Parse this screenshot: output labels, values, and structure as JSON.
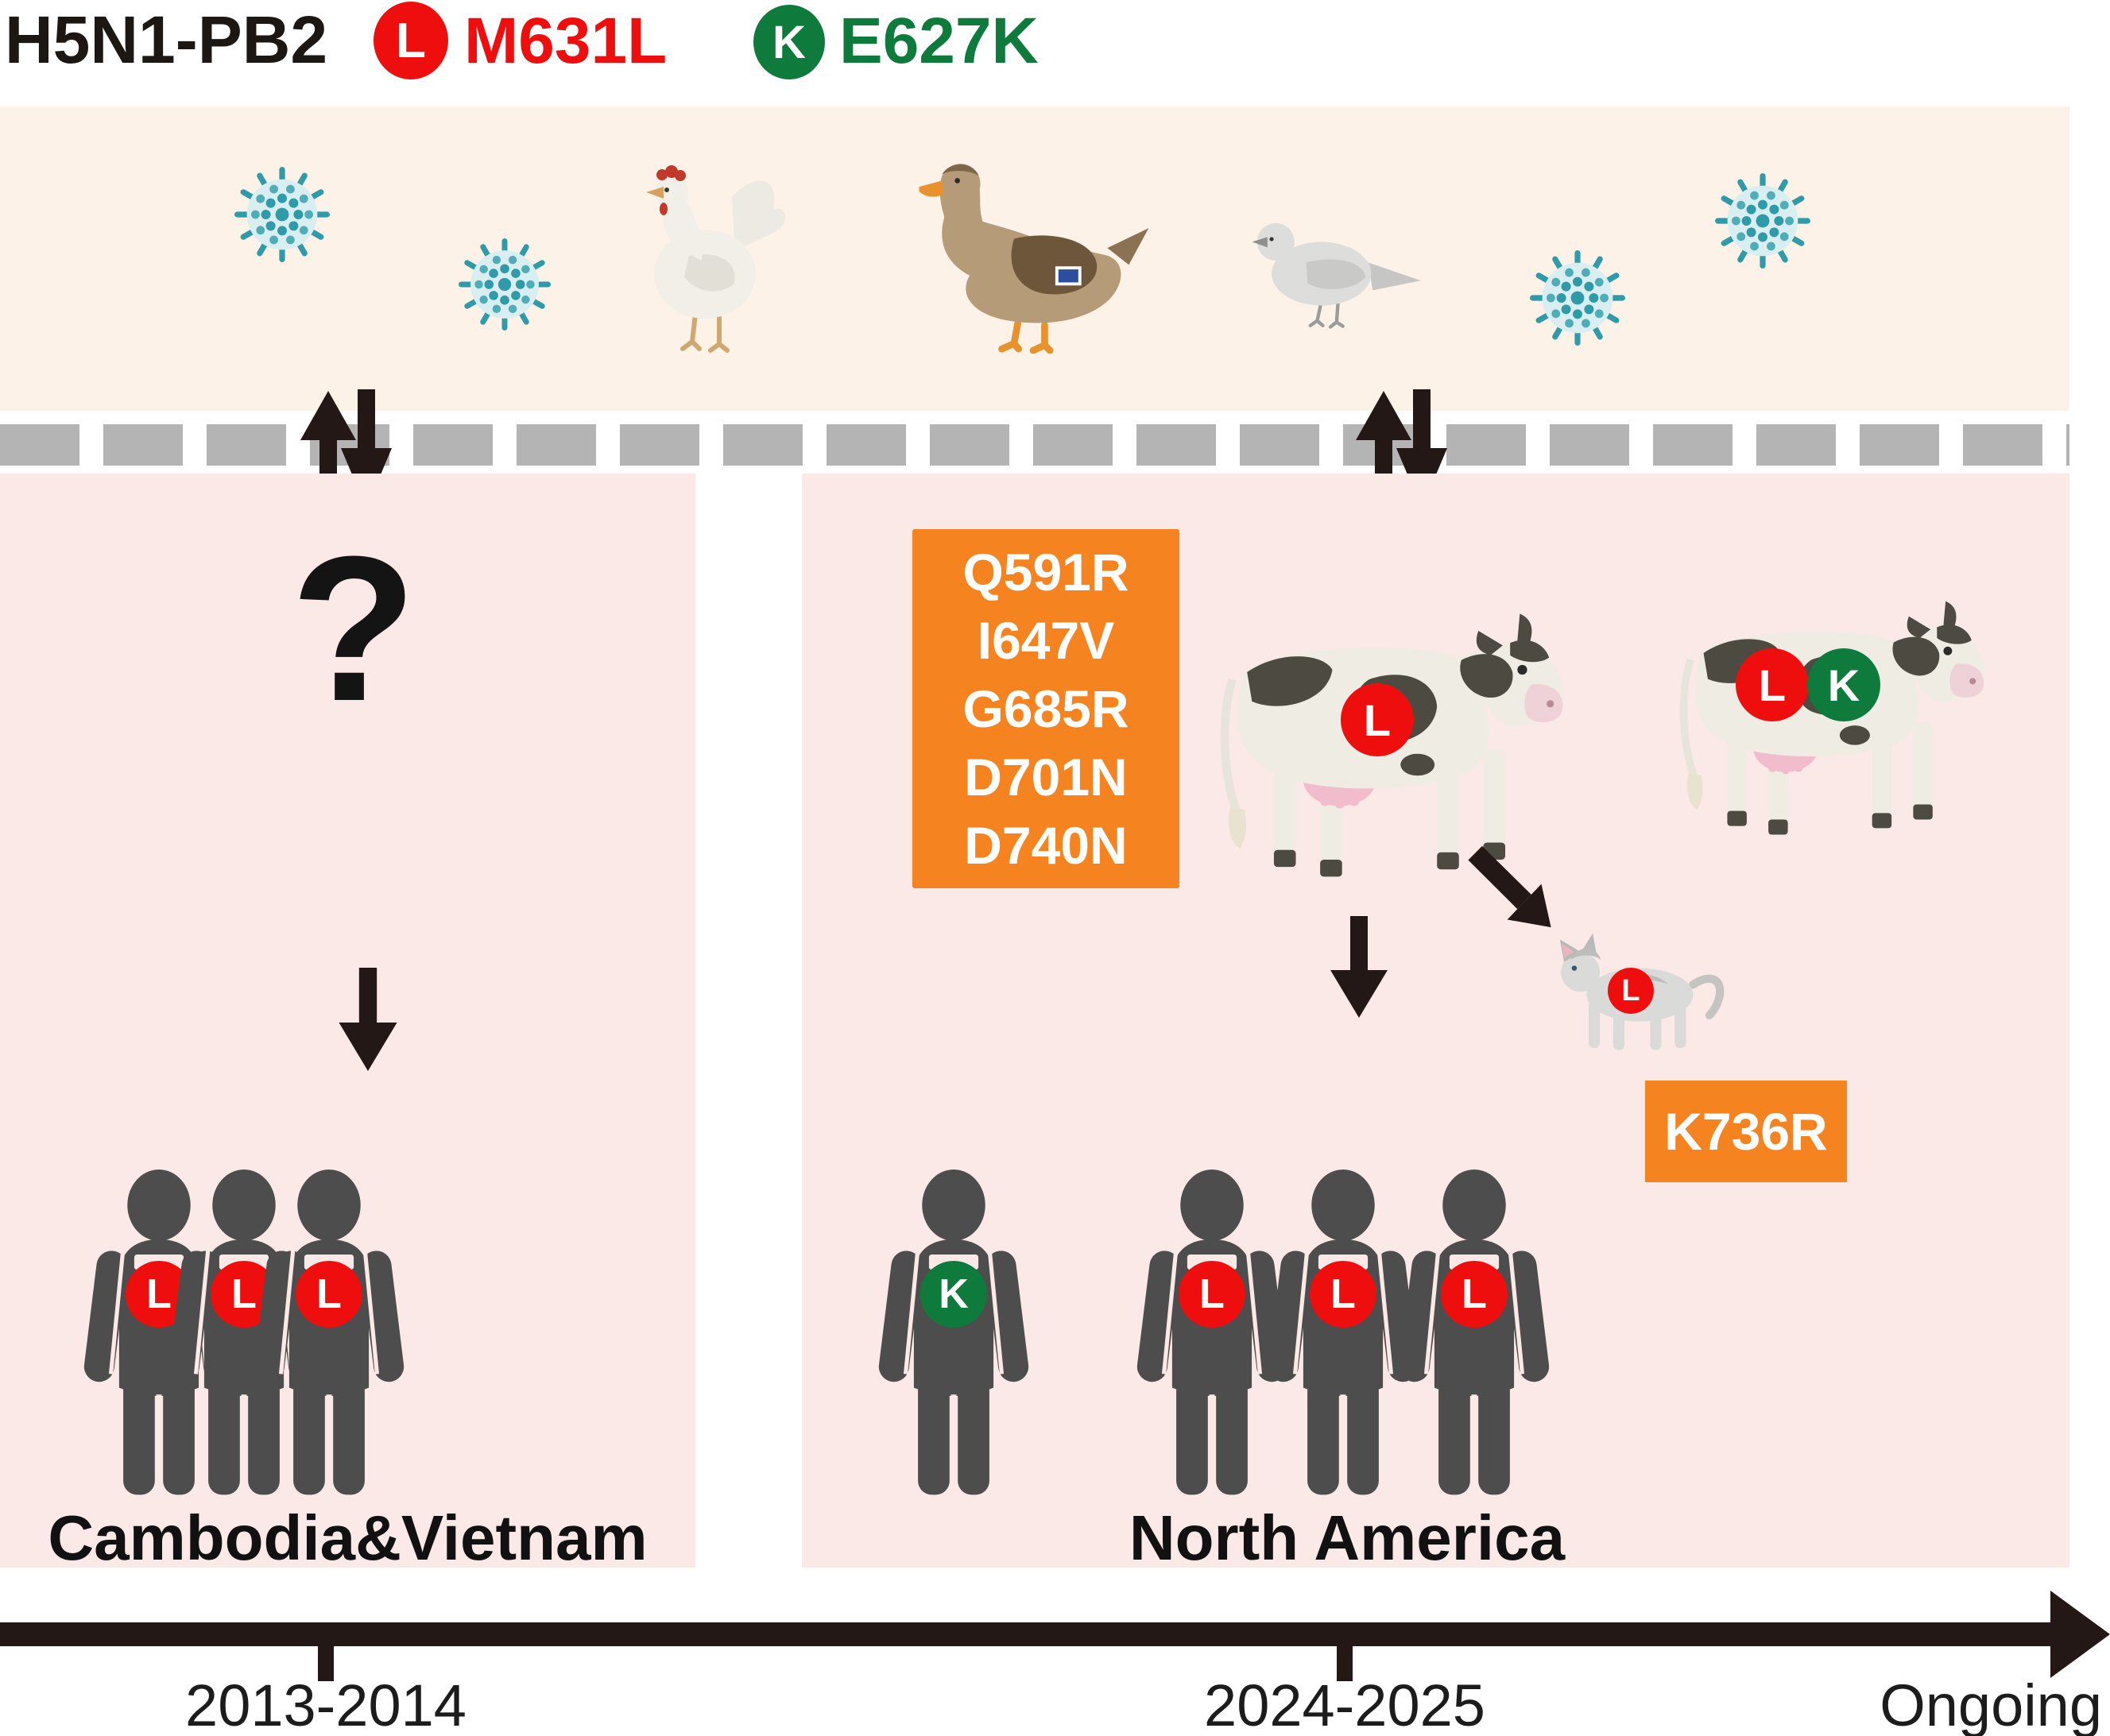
{
  "legend": {
    "title": "H5N1-PB2",
    "items": [
      {
        "symbol": "L",
        "mutation": "M631L",
        "color": "#ee0e0e"
      },
      {
        "symbol": "K",
        "mutation": "E627K",
        "color": "#0e7a3c"
      }
    ]
  },
  "top_band": {
    "icons": [
      "virus-icon",
      "virus-icon",
      "chicken-icon",
      "duck-icon",
      "sparrow-icon",
      "virus-icon",
      "virus-icon"
    ]
  },
  "panels": {
    "left": {
      "question_mark": "?",
      "people": [
        {
          "badge": "L"
        },
        {
          "badge": "L"
        },
        {
          "badge": "L"
        }
      ],
      "region_label": "Cambodia&Vietnam"
    },
    "right": {
      "mutation_box": {
        "lines": [
          "Q591R",
          "I647V",
          "G685R",
          "D701N",
          "D740N"
        ]
      },
      "cows": [
        {
          "badges": [
            "L"
          ]
        },
        {
          "badges": [
            "L",
            "K"
          ]
        }
      ],
      "cat": {
        "badge": "L",
        "mutation_box": "K736R"
      },
      "people": [
        {
          "badge": "K"
        },
        {
          "badge": "L"
        },
        {
          "badge": "L"
        },
        {
          "badge": "L"
        }
      ],
      "region_label": "North America"
    }
  },
  "timeline": {
    "ticks": [
      {
        "label": "2013-2014"
      },
      {
        "label": "2024-2025"
      }
    ],
    "end_label": "Ongoing"
  },
  "colors": {
    "band_cream": "#fdf2e8",
    "panel_pink": "#fbe9e7",
    "dash_gray": "#b4b4b4",
    "badge_red": "#ee0e0e",
    "badge_green": "#0e7a3c",
    "mutation_orange": "#f5831f",
    "figure_dark": "#231815",
    "person_gray": "#4d4d4d",
    "virus_teal": "#2f9aa8"
  }
}
